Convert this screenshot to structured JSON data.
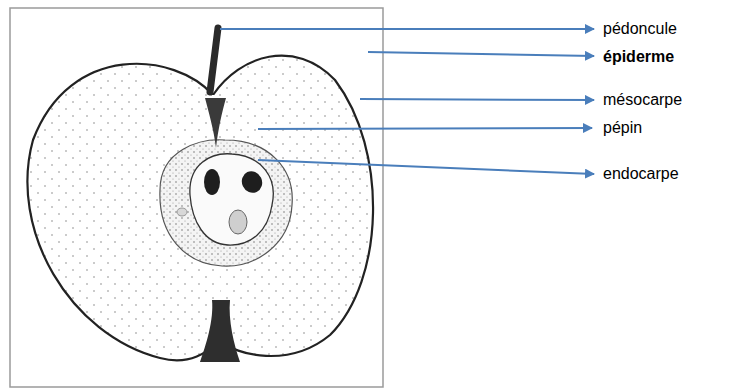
{
  "diagram": {
    "labels": [
      "pédoncule",
      "épiderme",
      "mésocarpe",
      "pépin",
      "endocarpe"
    ]
  }
}
